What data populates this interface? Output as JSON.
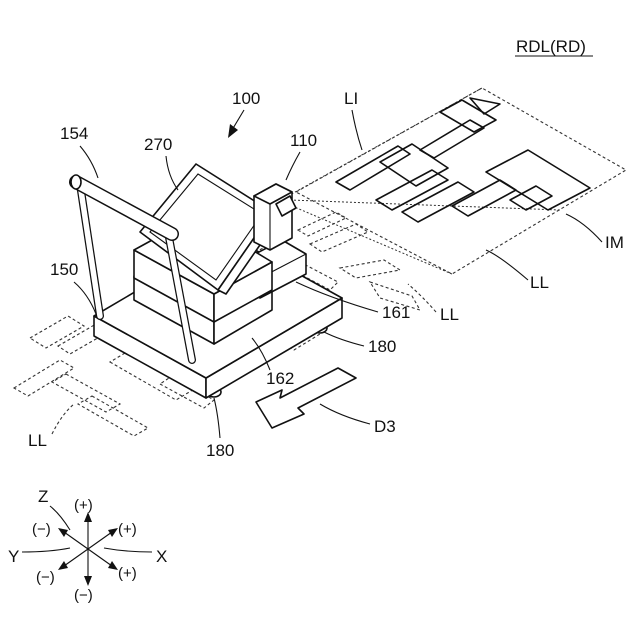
{
  "labels": {
    "title": "RDL(RD)",
    "device": "100",
    "l154": "154",
    "l270": "270",
    "l110": "110",
    "li": "LI",
    "l150": "150",
    "im": "IM",
    "ll_right": "LL",
    "ll_mid": "LL",
    "l161": "161",
    "l180_right": "180",
    "l162": "162",
    "d3": "D3",
    "ll_left": "LL",
    "l180_bottom": "180"
  },
  "axes": {
    "z": "Z",
    "y": "Y",
    "x": "X",
    "z_plus": "(+)",
    "y_minus": "(−)",
    "x_plus_upper": "(+)",
    "x_minus_lower": "(−)",
    "y_plus_lower": "(+)",
    "z_minus": "(−)"
  }
}
